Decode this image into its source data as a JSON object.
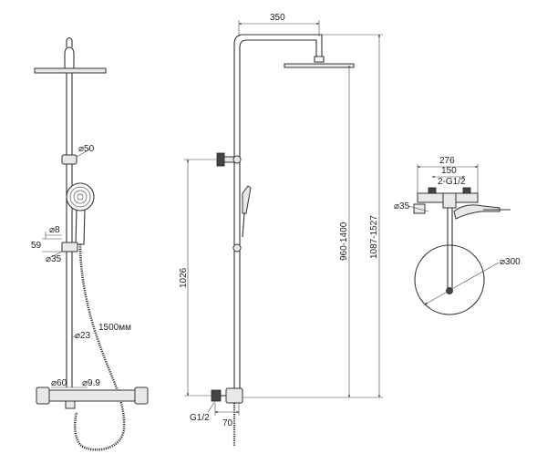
{
  "views": {
    "front": {
      "labels": {
        "head_tube_diameter": "⌀50",
        "wall_pin_diameter": "⌀8",
        "holder_offset": "59",
        "holder_diameter": "⌀35",
        "riser_diameter": "⌀23",
        "hose_length": "1500мм",
        "mixer_diameter": "⌀60",
        "outlet_diameter": "⌀9.9"
      }
    },
    "side": {
      "labels": {
        "arm_reach": "350",
        "mount_height": "1026",
        "adjust_range": "960-1400",
        "overall_height": "1087-1527",
        "inlet_thread": "G1/2",
        "wall_offset": "70"
      }
    },
    "top": {
      "labels": {
        "mixer_width": "276",
        "inlet_spacing": "150",
        "inlet_thread": "2-G1/2",
        "holder_diameter": "⌀35",
        "head_diameter": "⌀300"
      }
    }
  }
}
